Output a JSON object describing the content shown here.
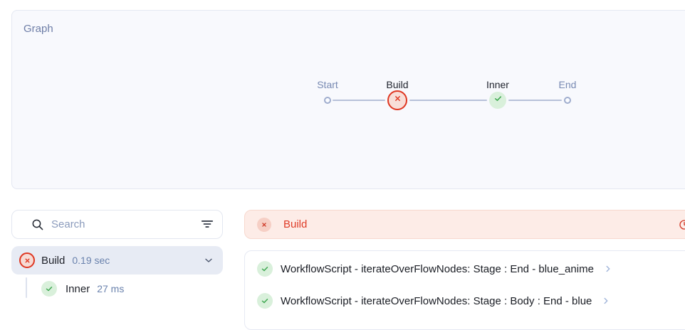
{
  "graph": {
    "title": "Graph",
    "nodes": [
      {
        "label": "Start",
        "status": "pending"
      },
      {
        "label": "Build",
        "status": "failed"
      },
      {
        "label": "Inner",
        "status": "success"
      },
      {
        "label": "End",
        "status": "pending"
      }
    ]
  },
  "sidebar": {
    "search": {
      "placeholder": "Search",
      "value": ""
    },
    "items": [
      {
        "label": "Build",
        "duration": "0.19 sec",
        "status": "failed",
        "expanded": true
      },
      {
        "label": "Inner",
        "duration": "27 ms",
        "status": "success",
        "indent": 1
      }
    ]
  },
  "detail": {
    "header": {
      "label": "Build",
      "status": "failed"
    },
    "steps": [
      {
        "label": "WorkflowScript - iterateOverFlowNodes: Stage : End - blue_anime",
        "status": "success"
      },
      {
        "label": "WorkflowScript - iterateOverFlowNodes: Stage : Body : End - blue",
        "status": "success"
      }
    ]
  },
  "colors": {
    "error": "#df3722",
    "error_text": "#e03a26",
    "error_bg": "#fdece7",
    "success": "#3fa851",
    "success_bg": "#d9f0db",
    "muted_blue": "#7789b2",
    "selected_bg": "#e7ebf4",
    "panel_bg": "#f8f9fd"
  }
}
